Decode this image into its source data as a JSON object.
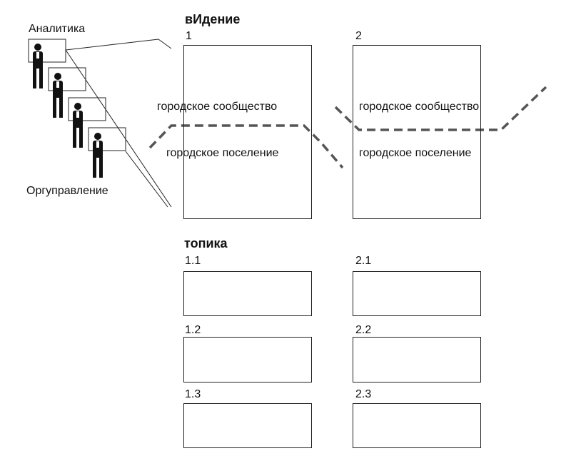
{
  "left_labels": {
    "top": "Аналитика",
    "bottom": "Оргуправление"
  },
  "vision": {
    "title": "вИдение",
    "panels": [
      {
        "number": "1",
        "upper": "городское сообщество",
        "lower": "городское поселение"
      },
      {
        "number": "2",
        "upper": "городское сообщество",
        "lower": "городское поселение"
      }
    ]
  },
  "topika": {
    "title": "топика",
    "cells": [
      "1.1",
      "2.1",
      "1.2",
      "2.2",
      "1.3",
      "2.3"
    ]
  },
  "colors": {
    "stroke": "#222222",
    "dash": "#555555",
    "figure": "#111111"
  },
  "icons": [
    "person-icon"
  ]
}
